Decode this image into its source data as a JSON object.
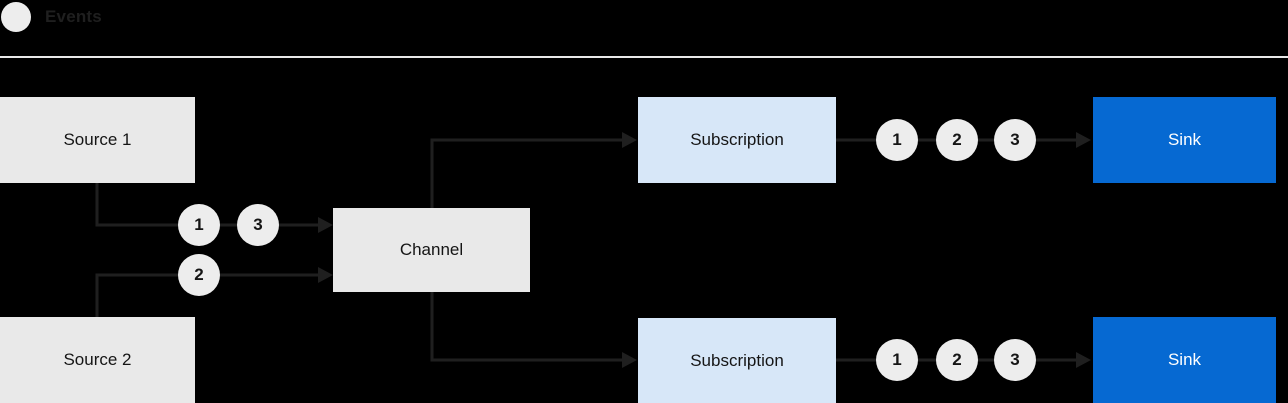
{
  "diagram": {
    "legend": {
      "label": "Events"
    },
    "nodes": {
      "source1": "Source 1",
      "source2": "Source 2",
      "channel": "Channel",
      "subscription_top": "Subscription",
      "subscription_bottom": "Subscription",
      "sink_top": "Sink",
      "sink_bottom": "Sink"
    },
    "event_badges": {
      "source1_to_channel": [
        "1",
        "3"
      ],
      "source2_to_channel": [
        "2"
      ],
      "subscription_top_to_sink": [
        "1",
        "2",
        "3"
      ],
      "subscription_bottom_to_sink": [
        "1",
        "2",
        "3"
      ]
    },
    "colors": {
      "background": "#000000",
      "node_gray": "#e9e9e9",
      "node_light_blue": "#d7e7f8",
      "node_blue": "#0669d2",
      "event_circle": "#ededed",
      "line": "#1f1f1f",
      "text_dark": "#151515",
      "text_on_blue": "#ffffff",
      "divider": "#e8e8e8"
    }
  }
}
